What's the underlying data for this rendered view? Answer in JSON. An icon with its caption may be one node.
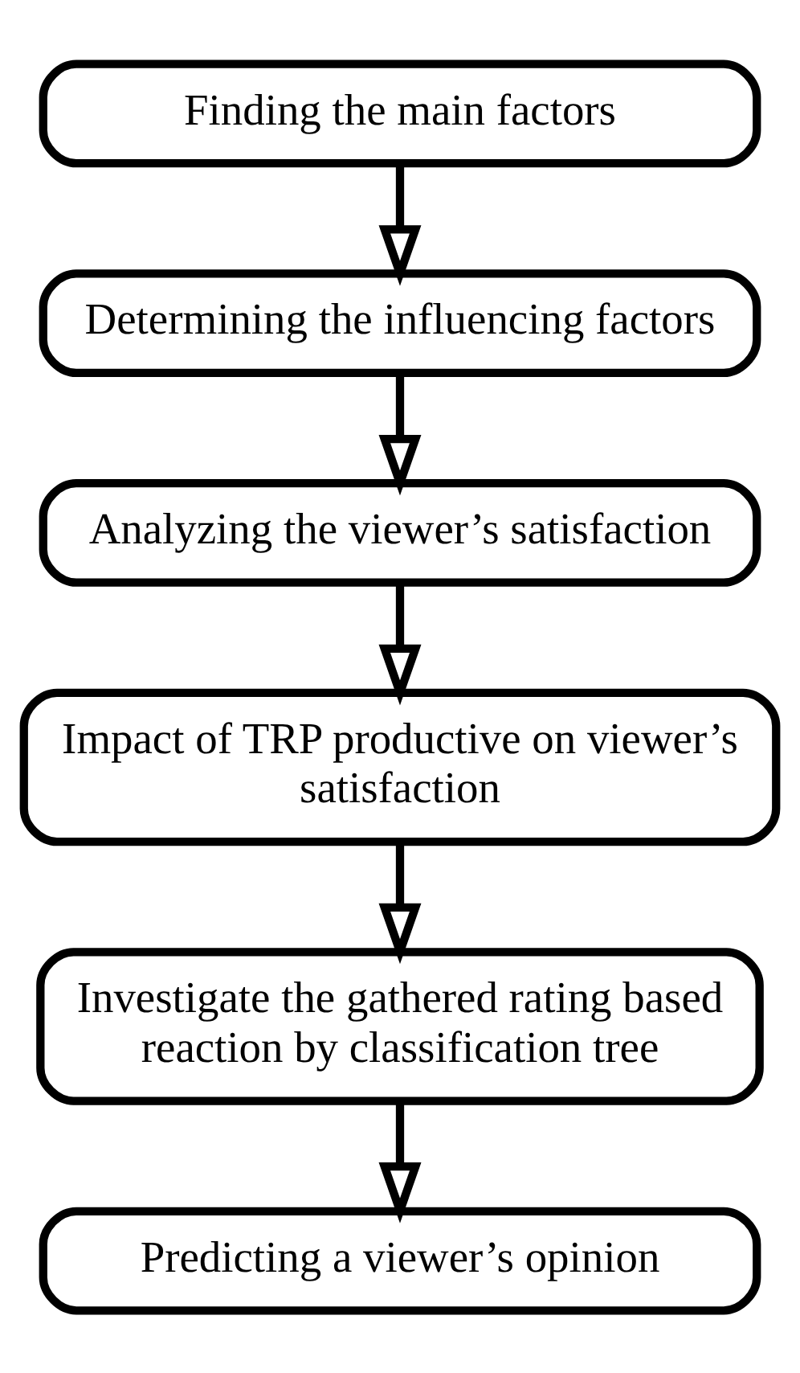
{
  "diagram": {
    "nodes": [
      {
        "text": [
          "Finding the main factors"
        ]
      },
      {
        "text": [
          "Determining the influencing factors"
        ]
      },
      {
        "text": [
          "Analyzing the viewer’s satisfaction"
        ]
      },
      {
        "text": [
          "Impact of TRP productive on viewer’s satisfaction"
        ]
      },
      {
        "text": [
          "Investigate the gathered rating based reaction by classification tree"
        ]
      },
      {
        "text": [
          "Predicting a viewer’s opinion"
        ]
      }
    ],
    "edges": [
      {
        "from": 0,
        "to": 1,
        "arrow": "to"
      },
      {
        "from": 1,
        "to": 2,
        "arrow": "to"
      },
      {
        "from": 2,
        "to": 3,
        "arrow": "to"
      },
      {
        "from": 3,
        "to": 4,
        "arrow": "to"
      },
      {
        "from": 4,
        "to": 5,
        "arrow": "to"
      }
    ]
  }
}
